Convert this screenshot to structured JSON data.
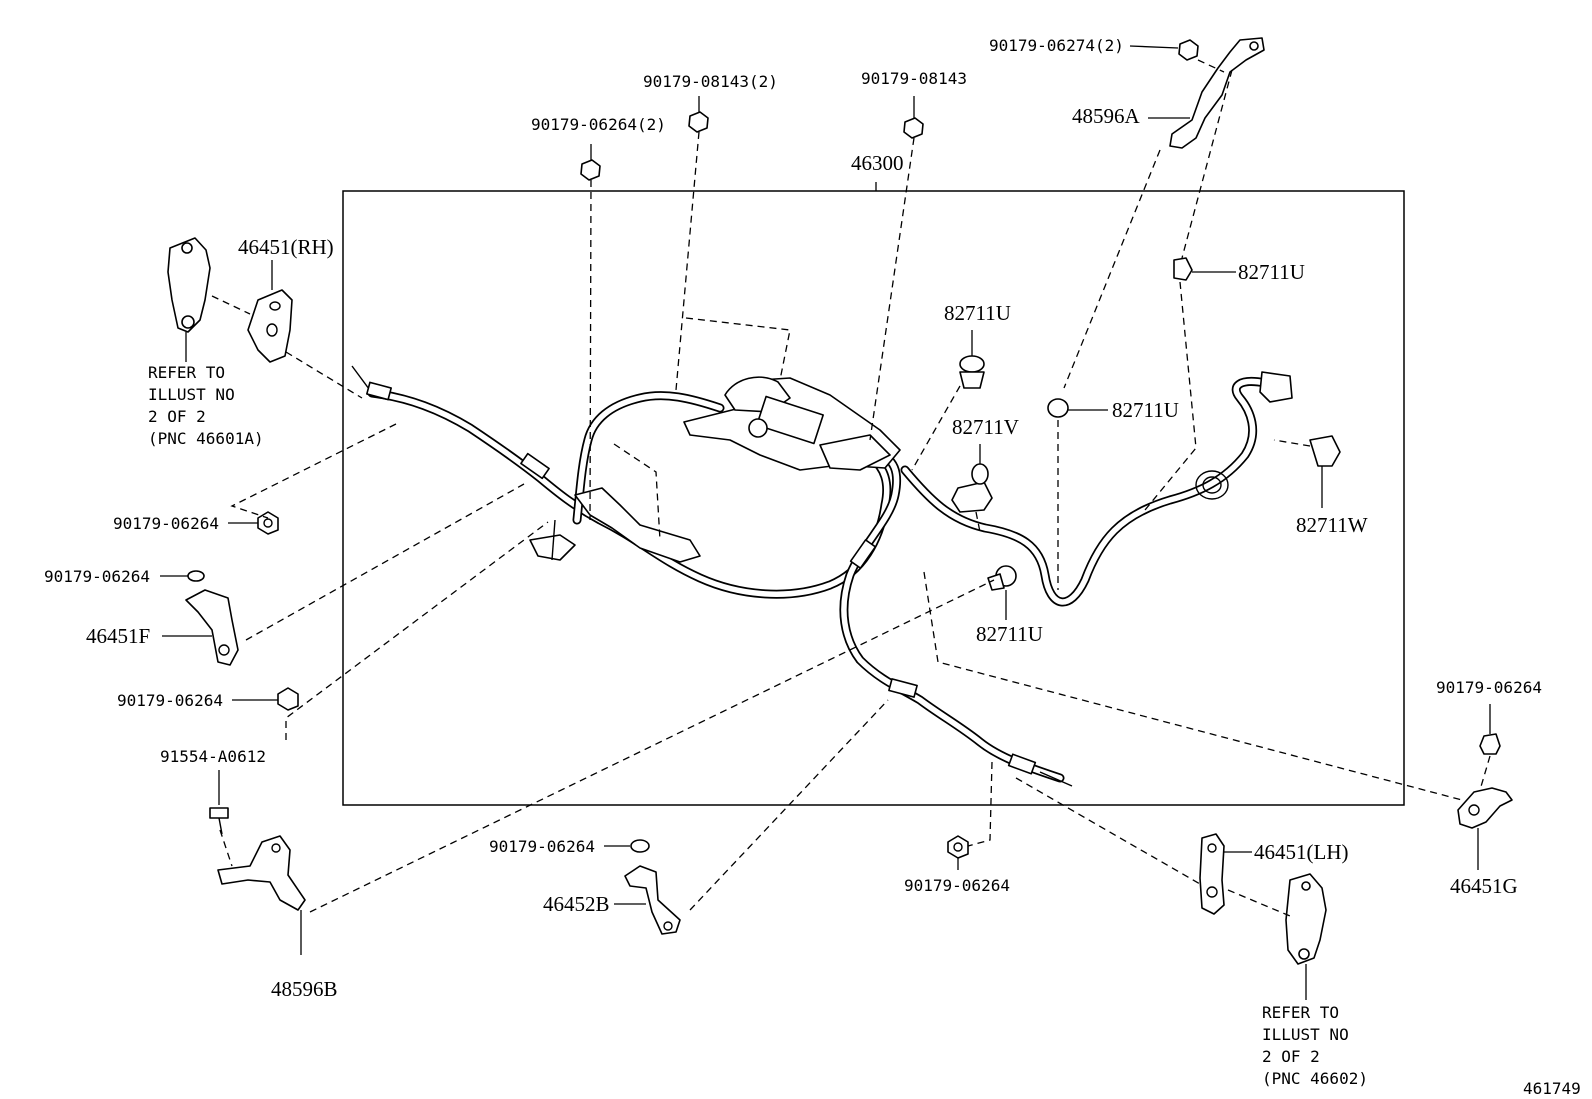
{
  "diagram_id": "461749",
  "labels": {
    "nut_08143_2": "90179-08143(2)",
    "nut_06264_2": "90179-06264(2)",
    "nut_08143": "90179-08143",
    "assy_46300": "46300",
    "nut_06274_2": "90179-06274(2)",
    "bracket_48596A": "48596A",
    "equalizer_46451_rh": "46451(RH)",
    "clamp_82711U_top_right": "82711U",
    "clamp_82711U_mid": "82711U",
    "clamp_82711U_right": "82711U",
    "clamp_82711V": "82711V",
    "clamp_82711W": "82711W",
    "clamp_82711U_lower": "82711U",
    "nut_06264_left_1": "90179-06264",
    "nut_06264_left_2": "90179-06264",
    "bracket_46451F": "46451F",
    "nut_06264_left_3": "90179-06264",
    "bolt_91554": "91554-A0612",
    "bracket_48596B": "48596B",
    "nut_06264_bottom_1": "90179-06264",
    "bracket_46452B": "46452B",
    "nut_06264_bottom_2": "90179-06264",
    "equalizer_46451_lh": "46451(LH)",
    "nut_06264_right": "90179-06264",
    "bracket_46451G": "46451G"
  },
  "refer_rh": {
    "line1": "REFER TO",
    "line2": "ILLUST NO",
    "line3": "2 OF 2",
    "line4": "(PNC 46601A)"
  },
  "refer_lh": {
    "line1": "REFER TO",
    "line2": "ILLUST NO",
    "line3": "2 OF 2",
    "line4": "(PNC 46602)"
  }
}
